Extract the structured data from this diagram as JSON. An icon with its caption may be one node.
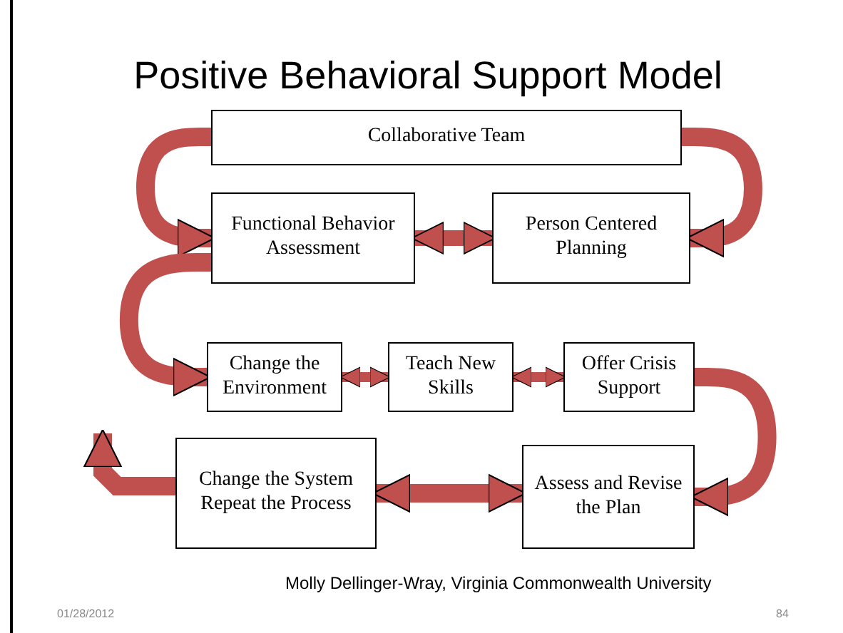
{
  "diagram": {
    "title": "Positive Behavioral Support Model",
    "nodes": [
      {
        "text": [
          "Collaborative Team"
        ]
      },
      {
        "text": [
          "Functional Behavior Assessment"
        ]
      },
      {
        "text": [
          "Person Centered Planning"
        ]
      },
      {
        "text": [
          "Change the Environment"
        ]
      },
      {
        "text": [
          "Teach New Skills"
        ]
      },
      {
        "text": [
          "Offer Crisis Support"
        ]
      },
      {
        "text": [
          "Change the System Repeat the Process"
        ]
      },
      {
        "text": [
          "Assess and Revise the Plan"
        ]
      }
    ],
    "edges": [
      {
        "from": 0,
        "to": 1,
        "arrow": "to"
      },
      {
        "from": 0,
        "to": 2,
        "arrow": "to"
      },
      {
        "from": 1,
        "to": 2,
        "arrow": "both"
      },
      {
        "from": 1,
        "to": 3,
        "arrow": "to"
      },
      {
        "from": 3,
        "to": 4,
        "arrow": "both"
      },
      {
        "from": 4,
        "to": 5,
        "arrow": "both"
      },
      {
        "from": 5,
        "to": 7,
        "arrow": "to"
      },
      {
        "from": 6,
        "to": 7,
        "arrow": "both"
      },
      {
        "from": 6,
        "to": null,
        "arrow": "to"
      }
    ],
    "labels": [
      "Molly Dellinger-Wray, Virginia Commonwealth University",
      "01/28/2012",
      "84"
    ]
  }
}
